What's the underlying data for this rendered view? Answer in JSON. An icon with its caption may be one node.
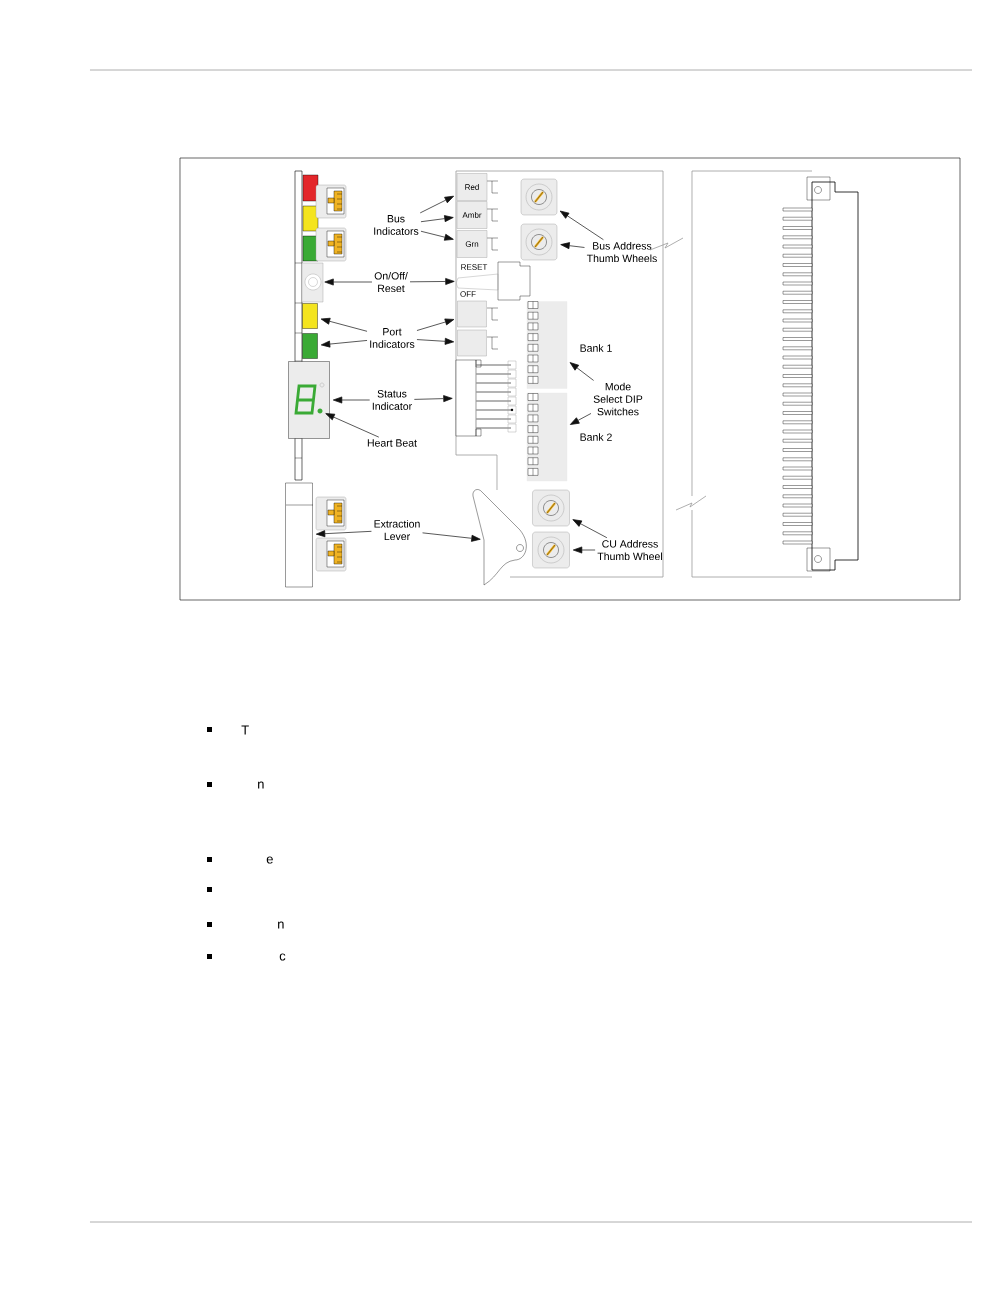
{
  "diagram": {
    "nodes": [
      {
        "text": [
          "Bus Indicators"
        ]
      },
      {
        "text": [
          "Red"
        ]
      },
      {
        "text": [
          "Ambr"
        ]
      },
      {
        "text": [
          "Grn"
        ]
      },
      {
        "text": [
          "Bus Address Thumb Wheels"
        ]
      },
      {
        "text": [],
        "shape": "box"
      },
      {
        "text": [],
        "shape": "box"
      },
      {
        "text": [
          "On/Off/ Reset"
        ]
      },
      {
        "text": [],
        "shape": "circle"
      },
      {
        "text": [],
        "shape": "box"
      },
      {
        "text": [
          "Port Indicators"
        ]
      },
      {
        "text": [],
        "shape": "box"
      },
      {
        "text": [],
        "shape": "box"
      },
      {
        "text": [],
        "shape": "box"
      },
      {
        "text": [],
        "shape": "box"
      },
      {
        "text": [
          "Status Indicator"
        ]
      },
      {
        "text": [],
        "shape": "box"
      },
      {
        "text": [],
        "shape": "box"
      },
      {
        "text": [
          "Heart Beat"
        ]
      },
      {
        "text": [],
        "shape": "circle",
        "in": 16
      },
      {
        "text": [
          "Mode Select DIP Switches"
        ]
      },
      {
        "text": [],
        "shape": "box",
        "beside": [
          "Bank 1"
        ]
      },
      {
        "text": [],
        "shape": "box",
        "beside": [
          "Bank 2"
        ]
      },
      {
        "text": [
          "Extraction Lever"
        ]
      },
      {
        "text": [],
        "shape": "box"
      },
      {
        "text": [],
        "shape": "lever"
      },
      {
        "text": [
          "CU Address Thumb Wheel"
        ]
      },
      {
        "text": [],
        "shape": "box"
      },
      {
        "text": [],
        "shape": "box"
      }
    ],
    "edges": [
      {
        "from": 0,
        "to": 1,
        "arrow": "to"
      },
      {
        "from": 0,
        "to": 2,
        "arrow": "to"
      },
      {
        "from": 0,
        "to": 3,
        "arrow": "to"
      },
      {
        "from": 4,
        "to": 5,
        "arrow": "to"
      },
      {
        "from": 4,
        "to": 6,
        "arrow": "to"
      },
      {
        "from": 7,
        "to": 8,
        "arrow": "to"
      },
      {
        "from": 7,
        "to": 9,
        "arrow": "to"
      },
      {
        "from": 10,
        "to": 11,
        "arrow": "to"
      },
      {
        "from": 10,
        "to": 12,
        "arrow": "to"
      },
      {
        "from": 10,
        "to": 13,
        "arrow": "to"
      },
      {
        "from": 10,
        "to": 14,
        "arrow": "to"
      },
      {
        "from": 15,
        "to": 16,
        "arrow": "to"
      },
      {
        "from": 15,
        "to": 17,
        "arrow": "to"
      },
      {
        "from": 18,
        "to": 19,
        "arrow": "to"
      },
      {
        "from": 20,
        "to": 21,
        "arrow": "to"
      },
      {
        "from": 20,
        "to": 22,
        "arrow": "to"
      },
      {
        "from": 23,
        "to": 24,
        "arrow": "to"
      },
      {
        "from": 23,
        "to": 25,
        "arrow": "to"
      },
      {
        "from": 26,
        "to": 27,
        "arrow": "to"
      },
      {
        "from": 26,
        "to": 28,
        "arrow": "to"
      }
    ],
    "labels": [
      "RESET",
      "OFF",
      "T",
      "n",
      "e",
      "n",
      "c"
    ]
  }
}
